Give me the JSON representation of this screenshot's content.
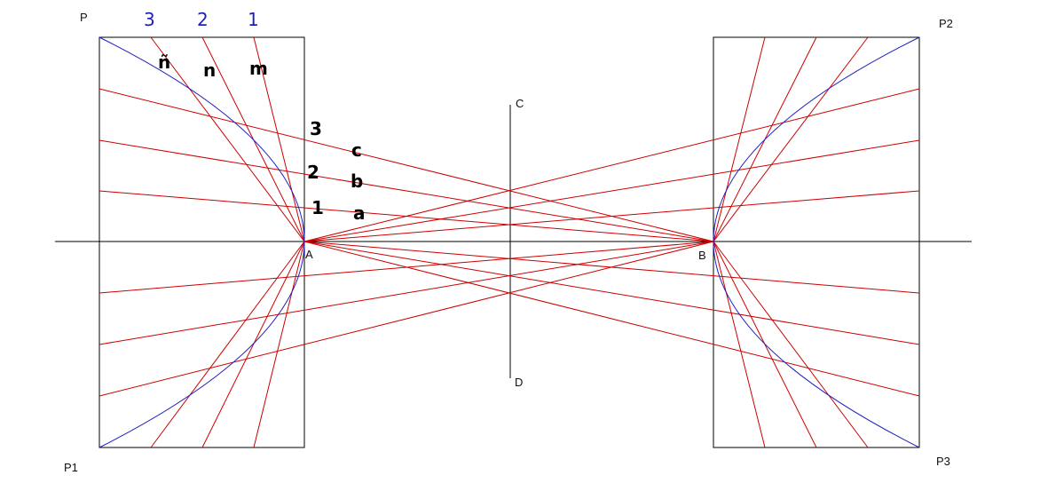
{
  "colors": {
    "frame": "#000000",
    "red_lines": "#cc0000",
    "curve": "#1f1fbf",
    "blue_numbers": "#1f1fbf"
  },
  "corners": {
    "top_left": "P",
    "bottom_left": "P1",
    "top_right": "P2",
    "bottom_right": "P3"
  },
  "points": {
    "left_vertex": "A",
    "right_vertex": "B",
    "axis_top": "C",
    "axis_bottom": "D"
  },
  "top_numbers": [
    "3",
    "2",
    "1"
  ],
  "top_letters": [
    "ñ",
    "n",
    "m"
  ],
  "side_numbers": [
    "3",
    "2",
    "1"
  ],
  "side_letters": [
    "c",
    "b",
    "a"
  ]
}
